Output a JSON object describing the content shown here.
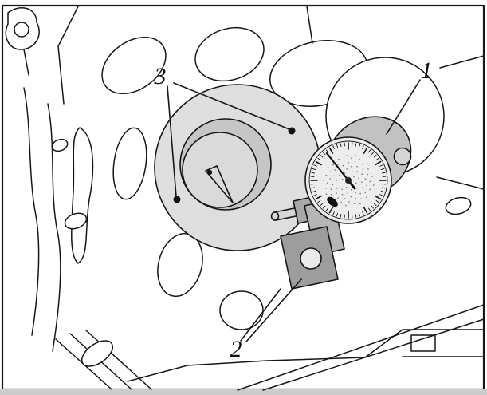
{
  "figure": {
    "callouts": [
      {
        "label": "1"
      },
      {
        "label": "2"
      },
      {
        "label": "3"
      }
    ],
    "colors": {
      "line": "#161616",
      "background": "#ffffff",
      "disc": "#dedede",
      "disc_inner": "#c6c6c6",
      "cam": "#dadada",
      "housing": "#c2c2c2",
      "dial_face": "#ededed",
      "knob": "#d5d5d5",
      "bracket_upper": "#b5b5b5",
      "bracket_clamp": "#a8a8a8",
      "bracket_lower": "#9d9d9d",
      "probe": "#d6d6d6",
      "bottom_strip": "#cccccc"
    }
  }
}
